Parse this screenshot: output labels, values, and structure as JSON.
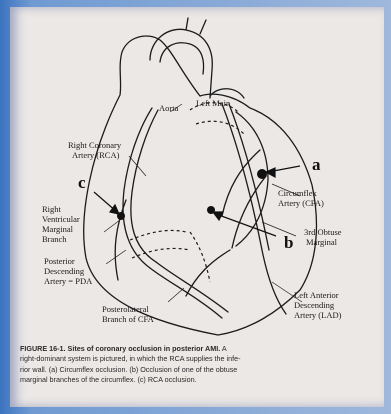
{
  "labels": {
    "aorta": "Aorta",
    "left_main": "Left Main",
    "rca_1": "Right Coronary",
    "rca_2": "Artery (RCA)",
    "rv_1": "Right",
    "rv_2": "Ventricular",
    "rv_3": "Marginal",
    "rv_4": "Branch",
    "pda_1": "Posterior",
    "pda_2": "Descending",
    "pda_3": "Artery = PDA",
    "pl_1": "Posterolateral",
    "pl_2": "Branch of CFA",
    "cfa_1": "Circumflex",
    "cfa_2": "Artery (CFA)",
    "om_1": "3rd Obtuse",
    "om_2": "Marginal",
    "lad_1": "Left Anterior",
    "lad_2": "Descending",
    "lad_3": "Artery (LAD)"
  },
  "markers": {
    "a": "a",
    "b": "b",
    "c": "c"
  },
  "caption": {
    "figure_label": "FIGURE 16-1. Sites of coronary occlusion in posterior AMI.",
    "line1_rest": " A",
    "line2": "right-dominant system is pictured, in which the RCA supplies the infe-",
    "line3": "rior wall. (a) Circumflex occlusion. (b) Occlusion of one of the obtuse",
    "line4": "marginal branches of the circumflex. (c) RCA occlusion."
  }
}
